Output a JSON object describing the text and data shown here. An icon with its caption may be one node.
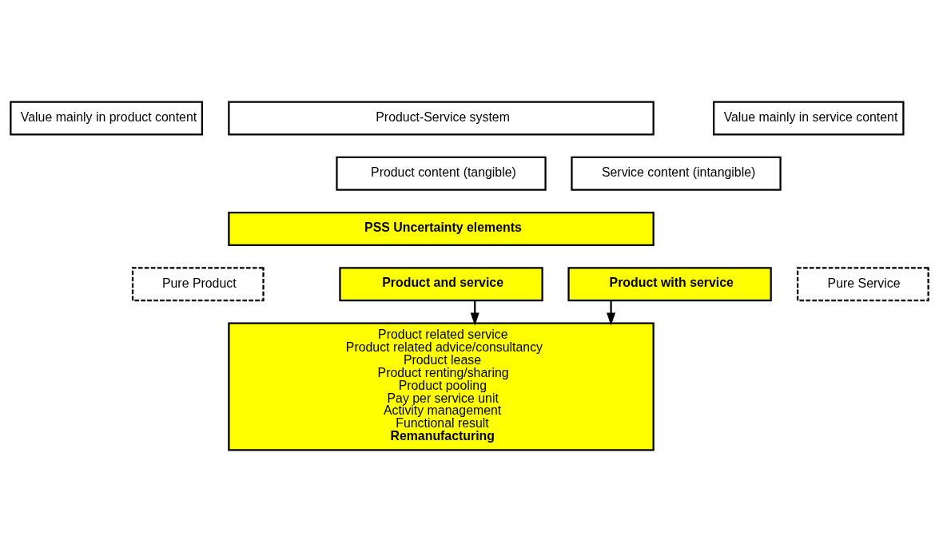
{
  "diagram": {
    "nodes": [
      {
        "text": [
          "Value mainly in product content"
        ]
      },
      {
        "text": [
          "Product-Service system"
        ]
      },
      {
        "text": [
          "Service content (intangible)"
        ]
      },
      {
        "text": [
          "Product content (tangible)"
        ]
      },
      {
        "text": [
          "Value mainly in service content"
        ]
      },
      {
        "text": [
          "PSS Uncertainty elements"
        ]
      },
      {
        "text": [
          "Pure Product"
        ]
      },
      {
        "text": [
          "Product and service"
        ]
      },
      {
        "text": [
          "Product with service"
        ]
      },
      {
        "text": [
          "Pure Service"
        ]
      },
      {
        "text": [
          "Product related service",
          "Product related advice/consultancy",
          "Product lease",
          "Product renting/sharing",
          "Product pooling",
          "Pay per service unit",
          "Activity management",
          "Functional result",
          "**Remanufacturing**"
        ]
      }
    ],
    "edges": [
      {
        "from": 7,
        "to": 10,
        "arrow": "to"
      },
      {
        "from": 8,
        "to": 10,
        "arrow": "to"
      }
    ]
  }
}
